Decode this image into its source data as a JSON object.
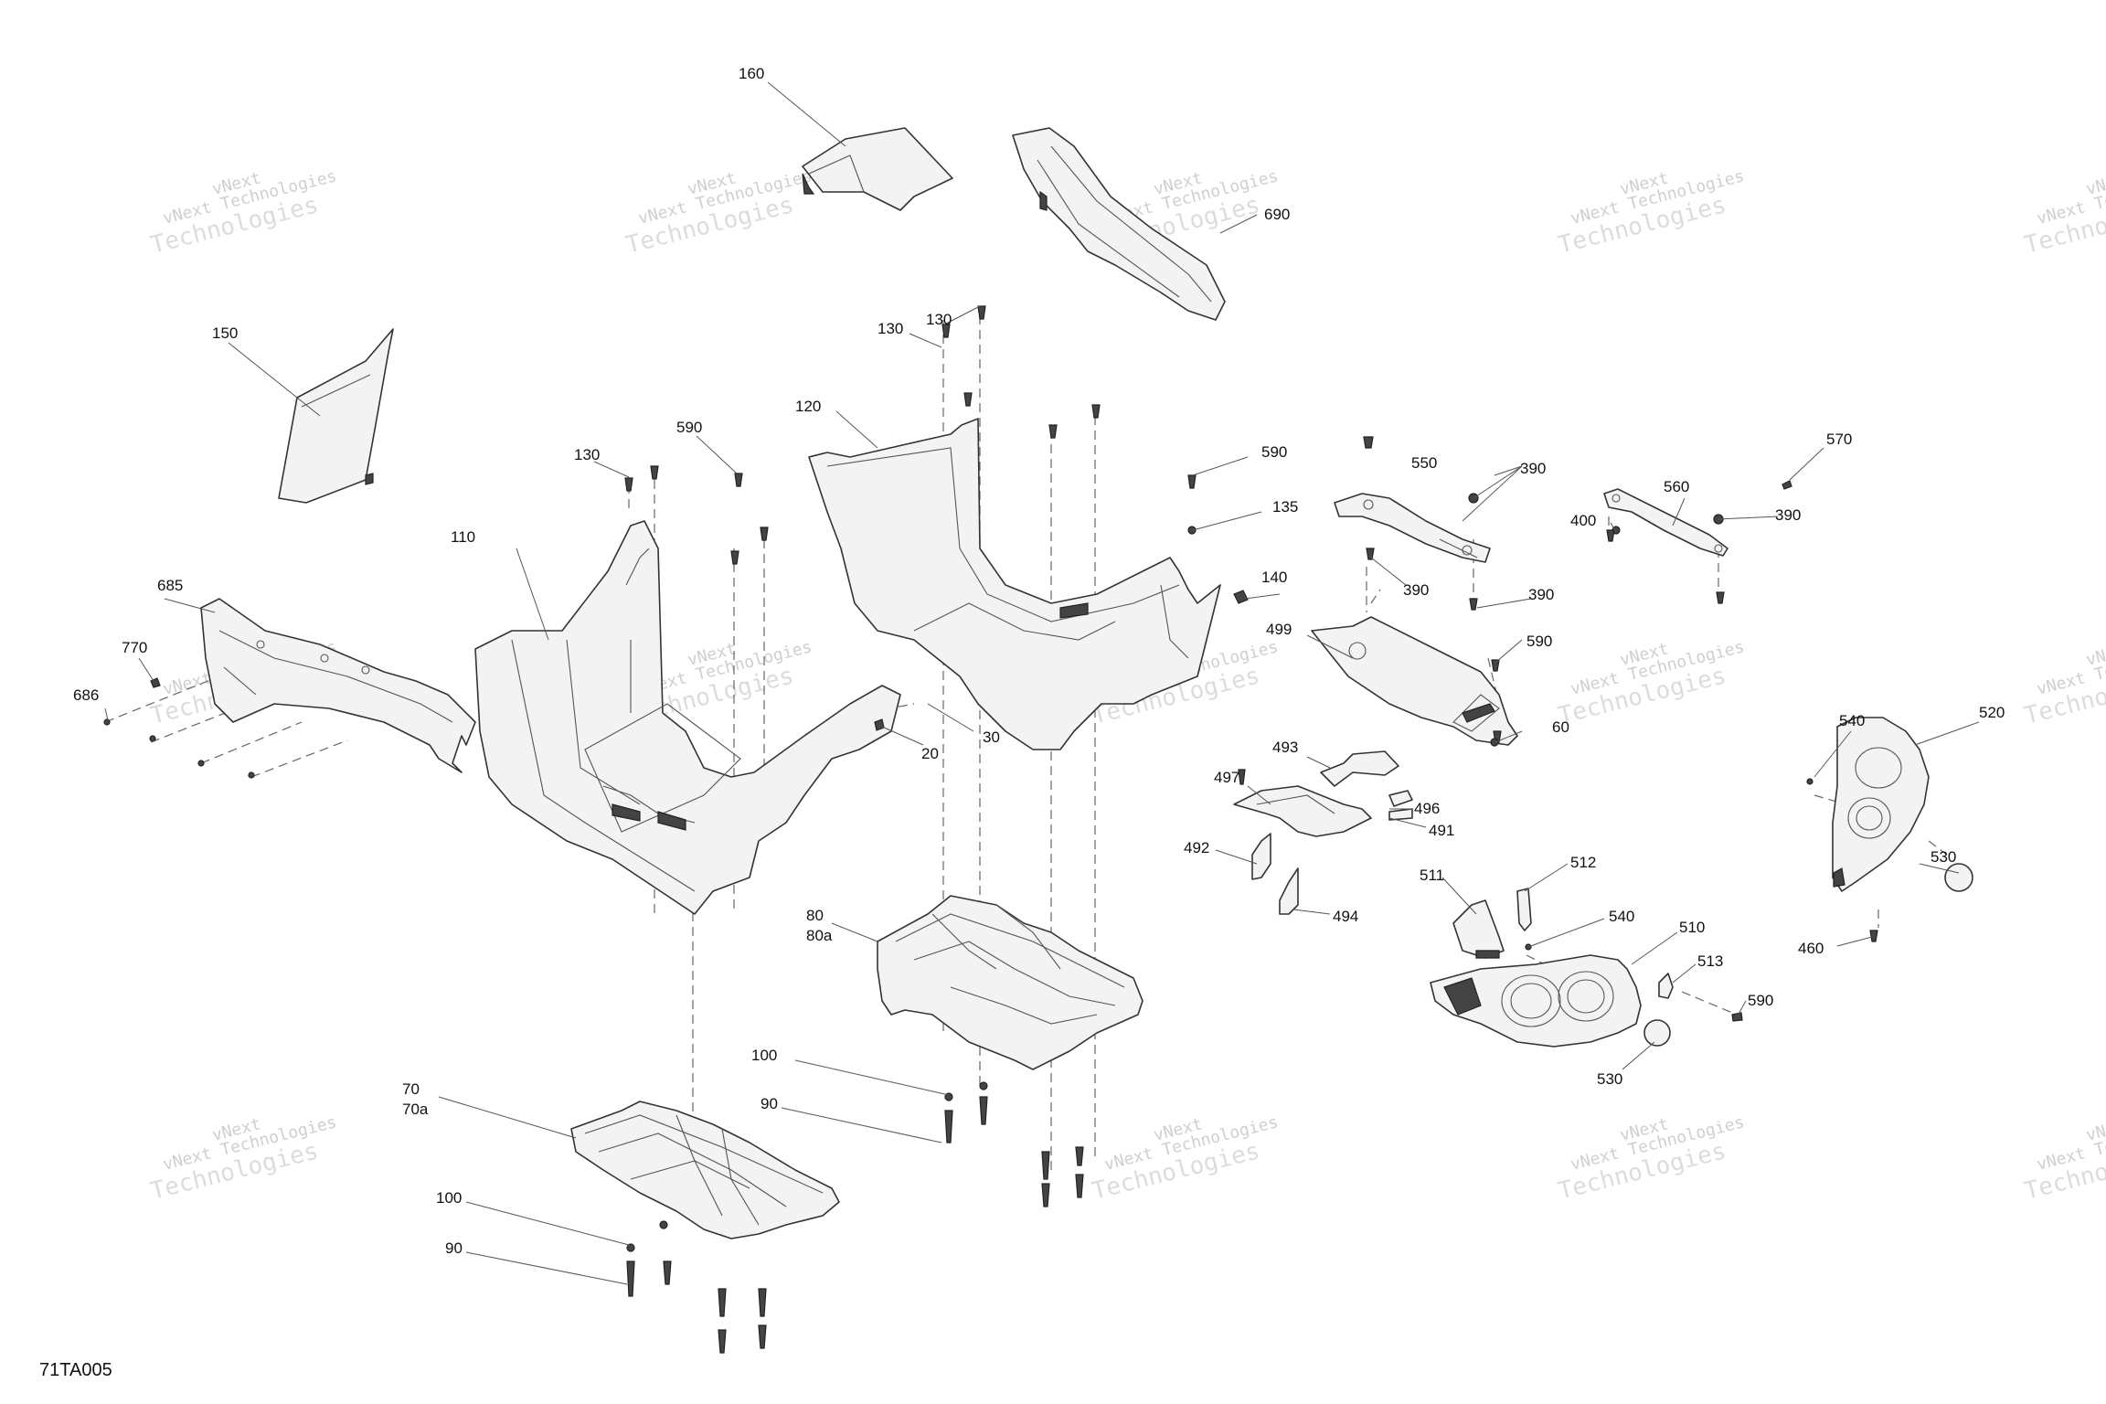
{
  "diagram_ref": "71TA005",
  "watermark": {
    "line1": "vNext",
    "line2": "vNext Technologies",
    "line3": "Technologies"
  },
  "callouts": {
    "c160": "160",
    "c690": "690",
    "c150": "150",
    "c130a": "130",
    "c130b": "130",
    "c130c": "130",
    "c120": "120",
    "c590a": "590",
    "c590b": "590",
    "c590c": "590",
    "c590d": "590",
    "c135": "135",
    "c110": "110",
    "c685": "685",
    "c770": "770",
    "c686": "686",
    "c20": "20",
    "c30": "30",
    "c140": "140",
    "c499": "499",
    "c550": "550",
    "c390a": "390",
    "c390b": "390",
    "c390c": "390",
    "c390d": "390",
    "c560": "560",
    "c400": "400",
    "c570": "570",
    "c60": "60",
    "c493": "493",
    "c497": "497",
    "c496": "496",
    "c491": "491",
    "c492": "492",
    "c494": "494",
    "c511": "511",
    "c512": "512",
    "c540a": "540",
    "c540b": "540",
    "c510": "510",
    "c513": "513",
    "c530a": "530",
    "c530b": "530",
    "c520": "520",
    "c460": "460",
    "c80": "80",
    "c80a": "80a",
    "c100a": "100",
    "c90a": "90",
    "c70": "70",
    "c70a": "70a",
    "c100b": "100",
    "c90b": "90"
  }
}
